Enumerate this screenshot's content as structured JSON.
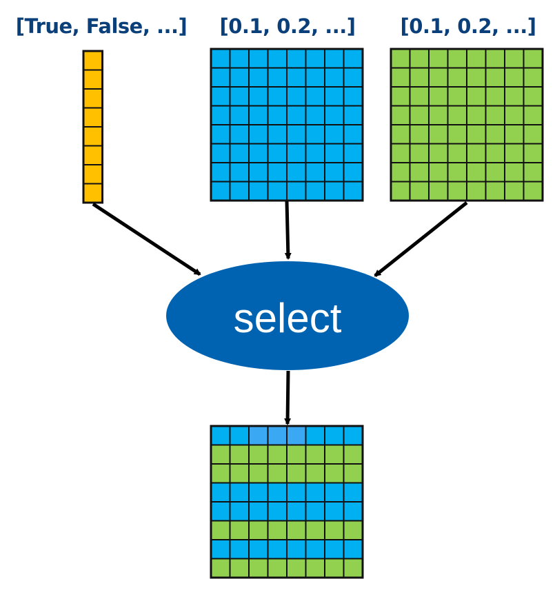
{
  "labels": {
    "condition": "[True, False, ...]",
    "array_a": "[0.1, 0.2, ...]",
    "array_b": "[0.1, 0.2, ...]"
  },
  "operation": {
    "label": "select"
  },
  "grids": {
    "rows": 8,
    "cols": 8,
    "condition_length": 8,
    "result_rows": [
      "a",
      "b",
      "b",
      "a",
      "a",
      "b",
      "a",
      "b"
    ],
    "result_highlight_row0_cols": [
      2,
      3,
      4
    ]
  },
  "colors": {
    "label_text": "#0a3f7a",
    "condition_fill": "#ffc000",
    "array_a_fill": "#00b0f0",
    "array_b_fill": "#92d050",
    "highlight_fill": "#3aa8f2",
    "ellipse_fill": "#0063b1",
    "ellipse_text": "#ffffff",
    "cell_border": "#111111",
    "arrow": "#000000"
  }
}
